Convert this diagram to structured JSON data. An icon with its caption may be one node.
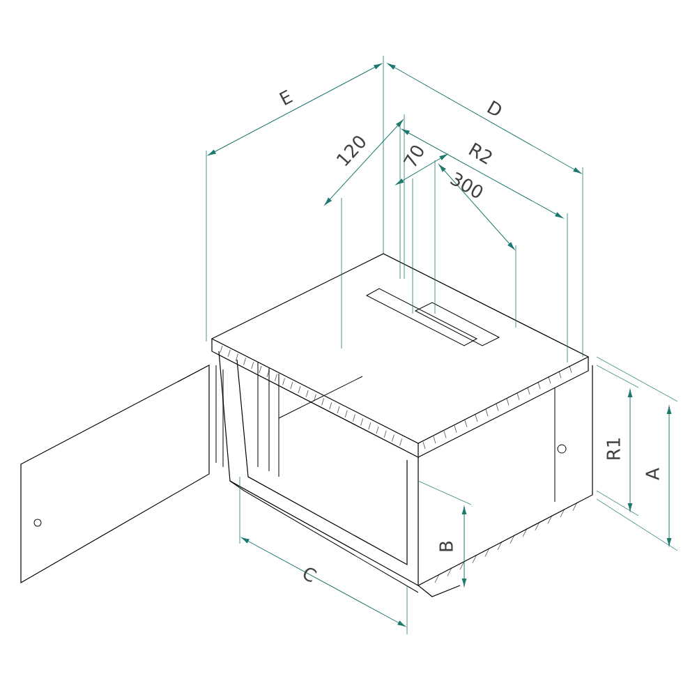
{
  "diagram": {
    "labels": [
      "E",
      "D",
      "R2",
      "120",
      "70",
      "300",
      "R1",
      "A",
      "B",
      "C"
    ]
  }
}
